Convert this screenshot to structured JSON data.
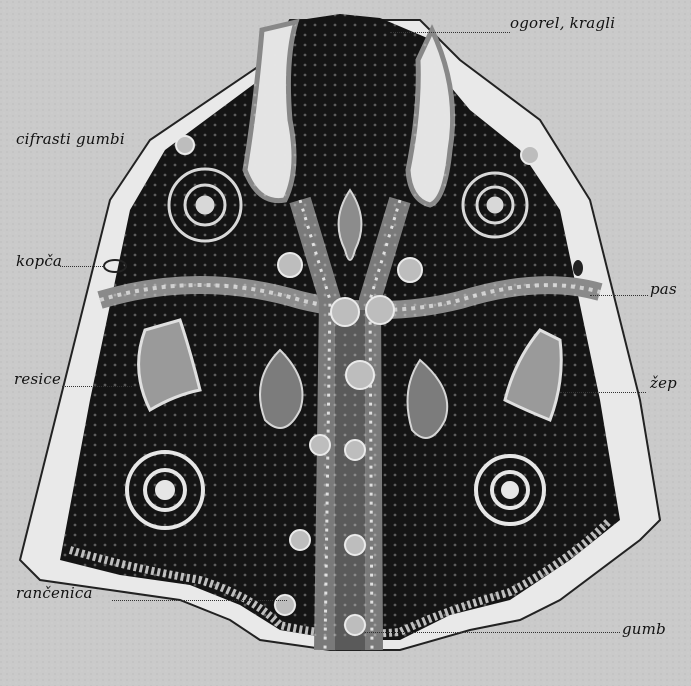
{
  "labels": {
    "ogorel": "ogorel, kragli",
    "cifrasti": "cifrasti gumbi",
    "kopca": "kopča",
    "pas": "pas",
    "resice": "resice",
    "zep": "žep",
    "rancenica": "rančenica",
    "gumb": "gumb"
  },
  "colors": {
    "paper": "#c9c9c9",
    "vest_fill": "#141414",
    "border_light": "#e8e8e8",
    "ink": "#111111"
  }
}
